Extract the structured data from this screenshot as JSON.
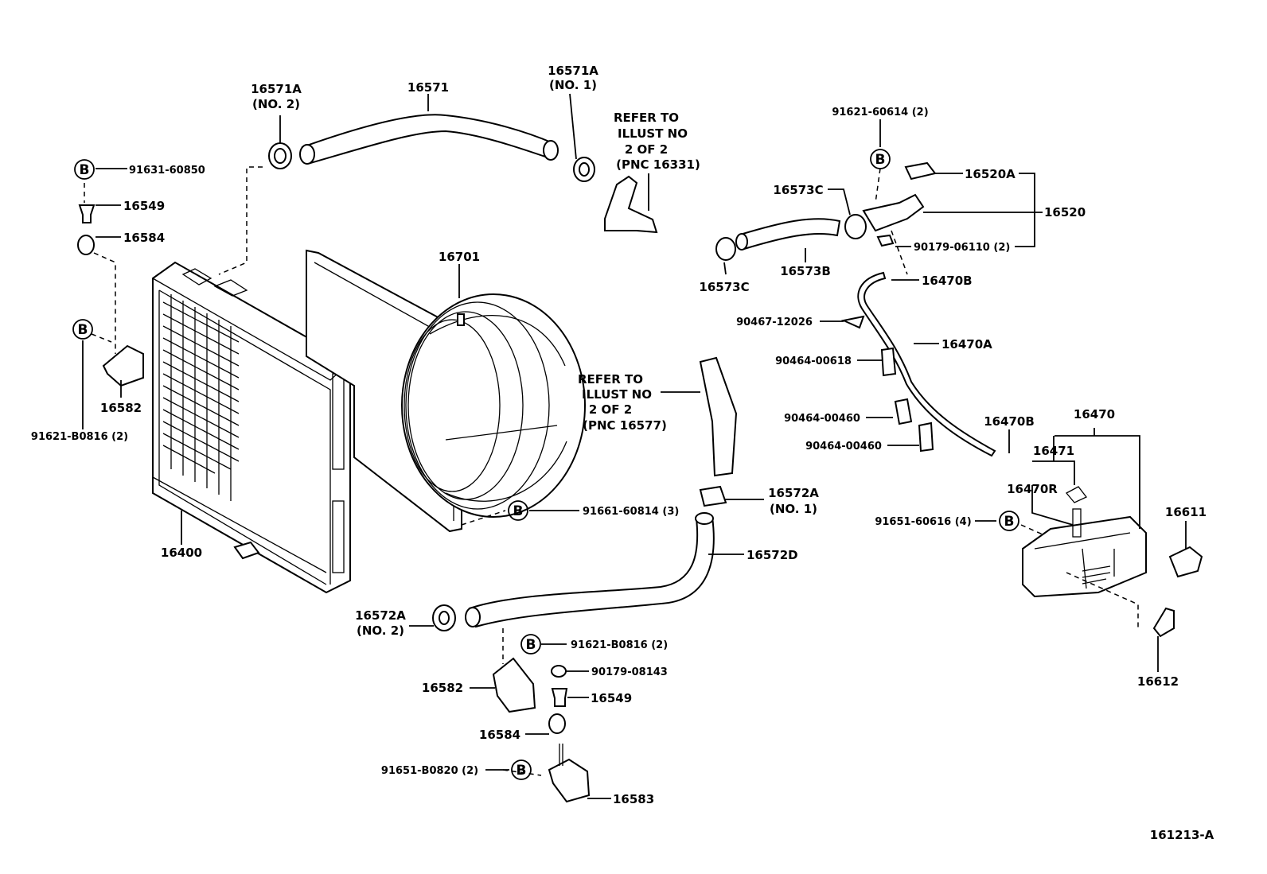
{
  "diagram_id": "161213-A",
  "badge_letter": "B",
  "colors": {
    "ink": "#000000",
    "paper": "#ffffff"
  },
  "labels": {
    "p16571a_top_right": "16571A",
    "no1_a": "(NO. 1)",
    "p16571a_top_left": "16571A",
    "no2_a": "(NO. 2)",
    "p16571": "16571",
    "refer1_l1": "REFER TO",
    "refer1_l2": "ILLUST NO",
    "refer1_l3": "2 OF 2",
    "refer1_l4": "(PNC 16331)",
    "p91631_60850": "91631-60850",
    "p16549_top": "16549",
    "p16584_top": "16584",
    "p16582_left": "16582",
    "p91621_b0816_left": "91621-B0816 (2)",
    "p16701": "16701",
    "p16400": "16400",
    "refer2_l1": "REFER TO",
    "refer2_l2": "ILLUST NO",
    "refer2_l3": "2 OF 2",
    "refer2_l4": "(PNC 16577)",
    "p16572a_no1": "16572A",
    "no1_b": "(NO. 1)",
    "p91661_60814": "91661-60814 (3)",
    "p16572d": "16572D",
    "p16572a_no2": "16572A",
    "no2_b": "(NO. 2)",
    "p91621_b0816_bottom": "91621-B0816 (2)",
    "p90179_08143": "90179-08143",
    "p16582_bottom": "16582",
    "p16549_bottom": "16549",
    "p16584_bottom": "16584",
    "p91651_b0820": "91651-B0820 (2)",
    "p16583": "16583",
    "p91621_60614": "91621-60614 (2)",
    "p16520a": "16520A",
    "p16573c_top": "16573C",
    "p16520": "16520",
    "p90179_06110": "90179-06110 (2)",
    "p16573c_bottom": "16573C",
    "p16573b": "16573B",
    "p16470b_top": "16470B",
    "p90467_12026": "90467-12026",
    "p16470a": "16470A",
    "p90464_00618": "90464-00618",
    "p90464_00460_a": "90464-00460",
    "p90464_00460_b": "90464-00460",
    "p16470b_bottom": "16470B",
    "p16470": "16470",
    "p16471": "16471",
    "p16470r": "16470R",
    "p91651_60616": "91651-60616 (4)",
    "p16611": "16611",
    "p16612": "16612"
  }
}
